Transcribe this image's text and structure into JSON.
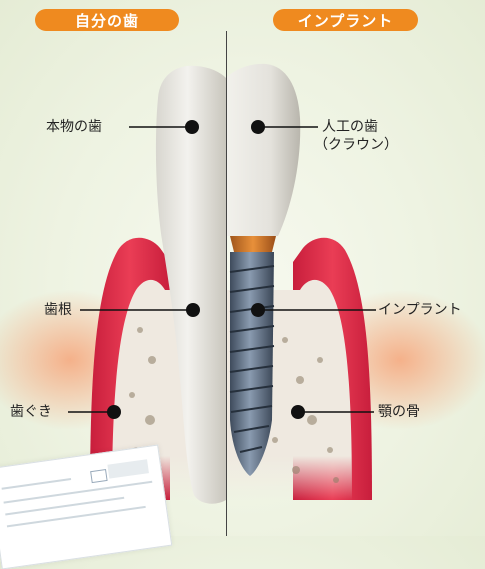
{
  "headers": {
    "left": "自分の歯",
    "right": "インプラント"
  },
  "labels": {
    "natural_tooth": "本物の歯",
    "artificial_tooth_line1": "人工の歯",
    "artificial_tooth_line2": "（クラウン）",
    "tooth_root": "歯根",
    "implant": "インプラント",
    "gum": "歯ぐき",
    "jaw_bone": "顎の骨"
  },
  "colors": {
    "header_bg": "#ef8a1f",
    "gum": "#e0304a",
    "bone": "#efe9e0",
    "implant_metal": "#5f6f82"
  }
}
